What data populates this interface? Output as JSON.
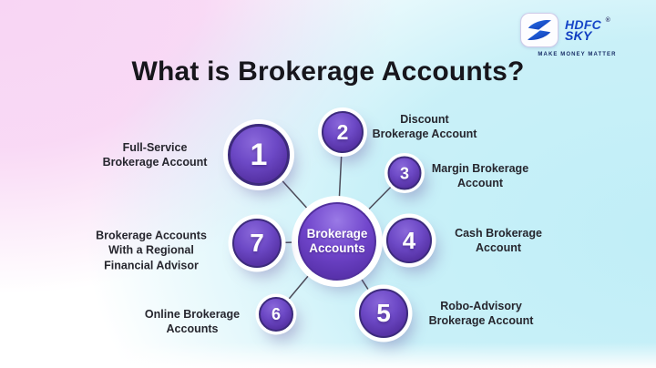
{
  "title": "What is Brokerage Accounts?",
  "logo": {
    "brand_line1": "HDFC",
    "brand_line2": "SKY",
    "registered_mark": "®",
    "tagline": "MAKE MONEY MATTER",
    "brand_color": "#1747c8",
    "icon_color": "#1b5ce0"
  },
  "diagram": {
    "hub": {
      "label": "Brokerage\nAccounts"
    },
    "nodes": [
      {
        "number": "1",
        "label": "Full-Service\nBrokerage Account"
      },
      {
        "number": "2",
        "label": "Discount\nBrokerage Account"
      },
      {
        "number": "3",
        "label": "Margin Brokerage\nAccount"
      },
      {
        "number": "4",
        "label": "Cash Brokerage\nAccount"
      },
      {
        "number": "5",
        "label": "Robo-Advisory\nBrokerage Account"
      },
      {
        "number": "6",
        "label": "Online Brokerage\nAccounts"
      },
      {
        "number": "7",
        "label": "Brokerage Accounts\nWith a Regional\nFinancial Advisor"
      }
    ],
    "colors": {
      "circle_purple": "#5b36aa",
      "circle_border": "#3d2a7c",
      "ring_white": "#ffffff",
      "connector_line": "#4b4b58",
      "background_pink": "#f8d5f4",
      "background_cyan": "#c0eef7"
    }
  }
}
